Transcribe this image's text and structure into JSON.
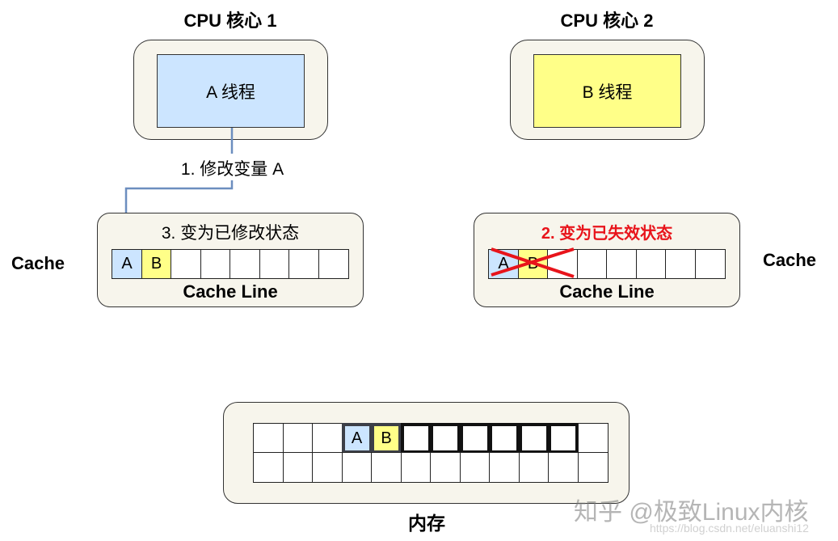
{
  "core1": {
    "title": "CPU 核心 1",
    "thread_label": "A 线程",
    "thread_color": "#cce5ff"
  },
  "core2": {
    "title": "CPU 核心 2",
    "thread_label": "B 线程",
    "thread_color": "#ffff88"
  },
  "arrow_label": "1. 修改变量 A",
  "cache1": {
    "side_label": "Cache",
    "status": "3. 变为已修改状态",
    "line_label": "Cache Line",
    "cells": [
      "A",
      "B",
      "",
      "",
      "",
      "",
      "",
      ""
    ]
  },
  "cache2": {
    "side_label": "Cache",
    "status": "2. 变为已失效状态",
    "status_color": "#e8141b",
    "line_label": "Cache Line",
    "cells": [
      "A",
      "B",
      "",
      "",
      "",
      "",
      "",
      ""
    ],
    "invalidated": true
  },
  "memory": {
    "label": "内存",
    "columns": 12,
    "rows": 2,
    "row1": [
      "",
      "",
      "",
      "A",
      "B",
      "",
      "",
      "",
      "",
      "",
      "",
      ""
    ],
    "highlight_range": [
      3,
      10
    ]
  },
  "colors": {
    "var_a": "#cce5ff",
    "var_b": "#ffff88",
    "container_bg": "#f7f5ec",
    "arrow": "#6c8ebf",
    "invalid_cross": "#e8141b"
  },
  "watermark": {
    "main": "知乎 @极致Linux内核",
    "url": "https://blog.csdn.net/eluanshi12"
  }
}
